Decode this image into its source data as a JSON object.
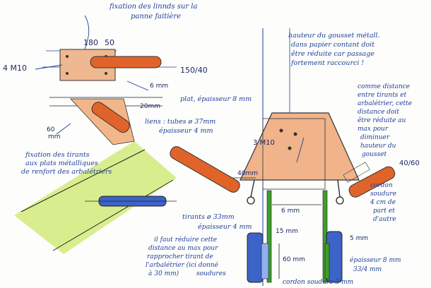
{
  "sketch": {
    "note_top": [
      "fixation des linnds sur la",
      "panne faitière"
    ],
    "dim_180": "180",
    "dim_50a": "50",
    "label_4m10": "4 M10",
    "dim_150_40": "150/40",
    "dim_6mm_top": "6 mm",
    "dim_20mm": "20mm",
    "note_plat": "plat, épaisseur 8 mm",
    "note_liens": [
      "liens : tubes ø 37mm",
      "épaisseur 4 mm"
    ],
    "dim_60_left": "60",
    "dim_mm_left": "mm",
    "note_fixation": [
      "fixation des tirants",
      "aux plats métalliques",
      "de renfort des arbalétriers"
    ],
    "note_tirants": [
      "tirants ø 33mm",
      "épaisseur 4 mm"
    ],
    "note_hauteur": [
      "hauteur du gousset métall.",
      "dans papier contant doit",
      "être réduite car passage",
      "fortement raccourci !"
    ],
    "note_comme": [
      "comme distance",
      "entre tirants et",
      "arbalétrier, cette",
      "distance doit",
      "être réduite au",
      "max pour",
      "diminuer",
      "hauteur du",
      "gousset"
    ],
    "dim_40_60": "40/60",
    "label_3m10": "3 M10",
    "dim_40mm": "40mm",
    "dim_6mm_mid": "6 mm",
    "note_cordon_right": [
      "cordon",
      "soudure",
      "4 cm de",
      "part et",
      "d'autre"
    ],
    "dim_15mm": "15 mm",
    "dim_60mm": "60 mm",
    "dim_5mm": "5 mm",
    "note_ilfaut": [
      "il faut réduire cette",
      "distance au max pour",
      "rapprocher tirant de",
      "l'arbalétrier (ici donné",
      "à 30 mm)"
    ],
    "note_soudures": "soudures",
    "note_epaisseur": [
      "épaisseur 8 mm",
      "33/4 mm"
    ],
    "note_cordon_bottom": "cordon soudure 3 mm"
  }
}
